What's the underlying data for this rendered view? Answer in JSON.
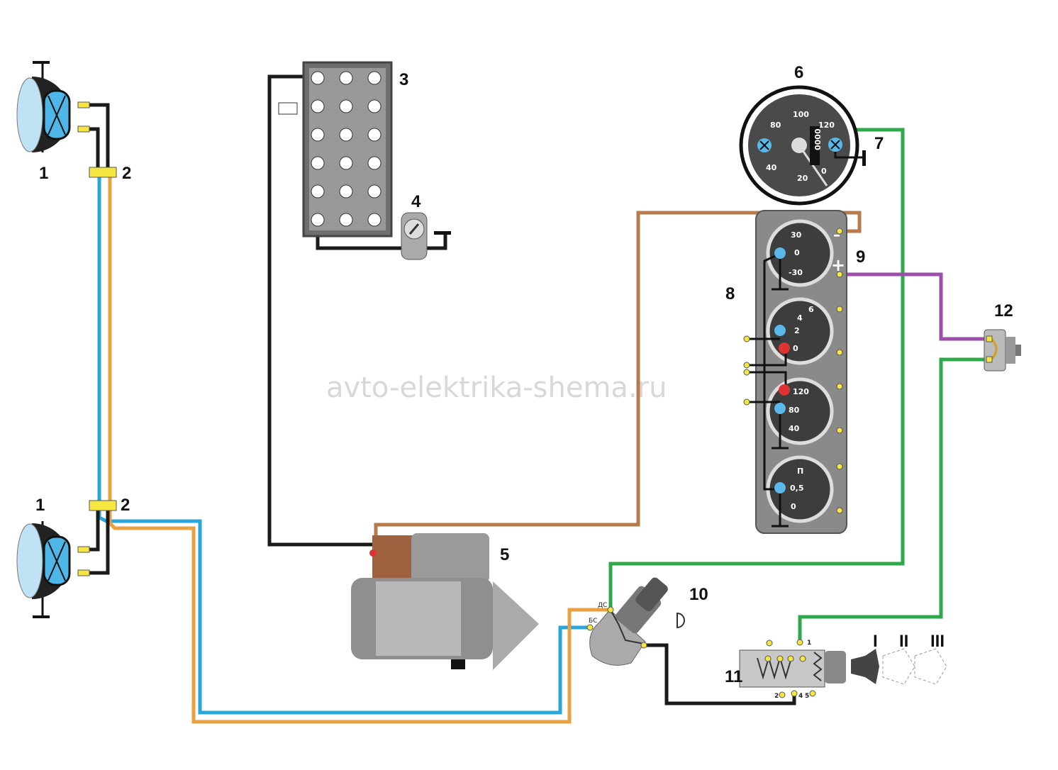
{
  "watermark": "avto-elektrika-shema.ru",
  "callouts": {
    "headlight_top": "1",
    "headlight_bottom": "1",
    "connector_top": "2",
    "connector_bottom": "2",
    "battery": "3",
    "ground_switch": "4",
    "starter": "5",
    "speedometer": "6",
    "lamp": "7",
    "gauge_cluster": "8",
    "ammeter": "9",
    "ignition_switch": "10",
    "light_switch": "11",
    "switch_12": "12"
  },
  "speedometer": {
    "scale": [
      "20",
      "40",
      "80",
      "100",
      "120"
    ],
    "zero": "0",
    "odometer": "0000"
  },
  "ammeter": {
    "scale": [
      "30",
      "0",
      "-30"
    ],
    "minus": "–",
    "plus": "+"
  },
  "oil_gauge": {
    "scale": [
      "0",
      "2",
      "4",
      "6"
    ]
  },
  "temp_gauge": {
    "scale": [
      "40",
      "80",
      "120"
    ]
  },
  "fuel_gauge": {
    "scale": [
      "0",
      "0,5",
      "П"
    ]
  },
  "ignition_switch": {
    "terminal_ds": "ДС",
    "terminal_bs": "БС"
  },
  "light_switch": {
    "terminals": [
      "1",
      "2",
      "4",
      "5"
    ],
    "positions": [
      "I",
      "II",
      "III"
    ]
  },
  "colors": {
    "black": "#1a1a1a",
    "brown": "#b87a4b",
    "blue": "#2aa6d8",
    "orange": "#e8a040",
    "green": "#2ea84a",
    "purple": "#9b4fa8",
    "terminal": "#f5e642"
  }
}
